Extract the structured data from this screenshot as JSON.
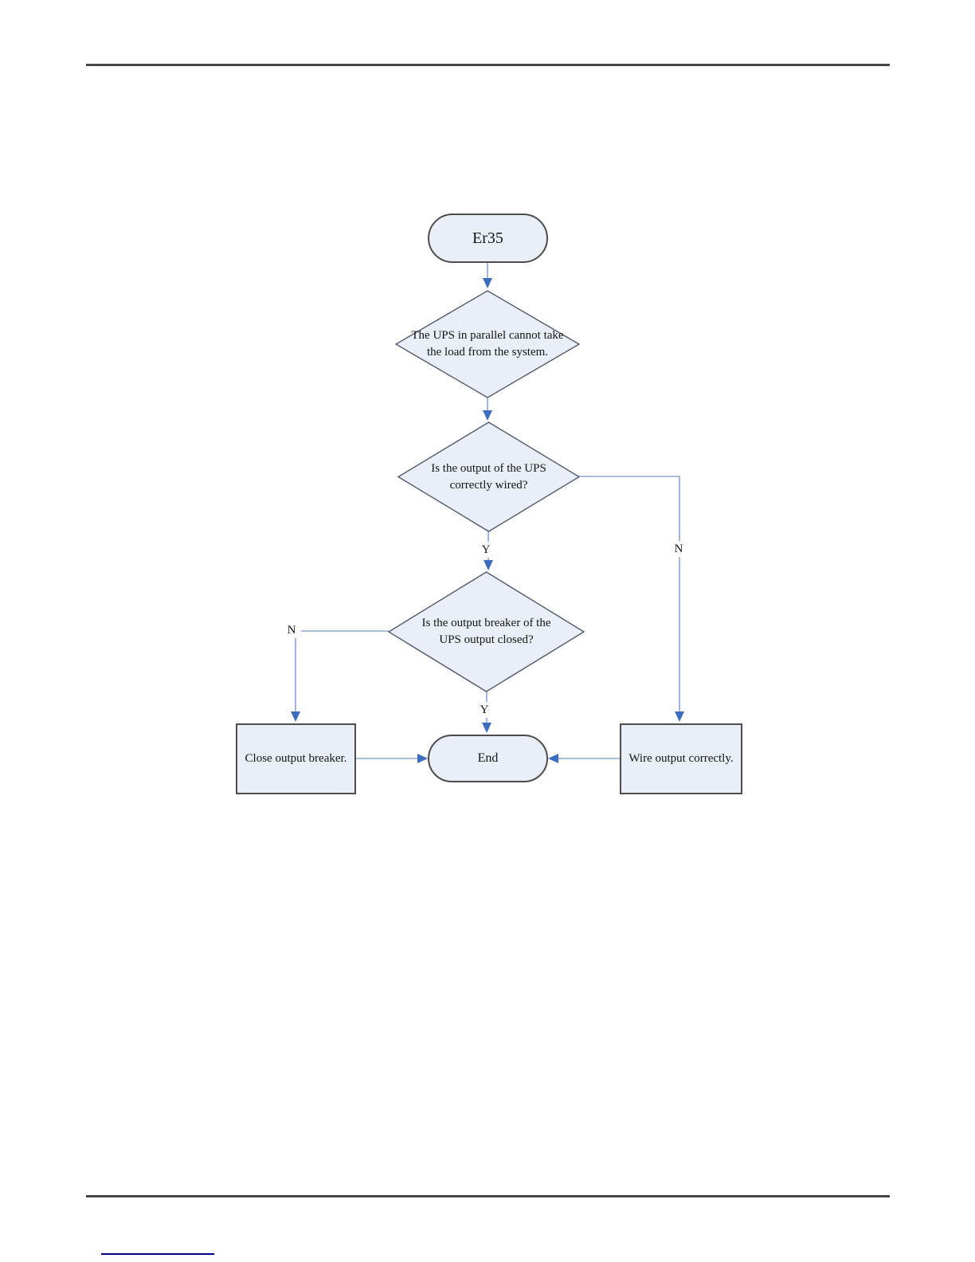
{
  "colors": {
    "shape_fill": "#e9eef7",
    "shape_border": "#4d4d4d",
    "diamond_border": "#535c6b",
    "connector_line": "#8ca6d5",
    "arrowhead": "#3d6dbd",
    "page_rule": "#474747",
    "footnote_rule": "#00008b"
  },
  "flowchart": {
    "start": {
      "label": "Er35"
    },
    "decision1": {
      "line1": "The UPS in parallel cannot take",
      "line2": "the load from the system."
    },
    "decision2": {
      "line1": "Is the output of the UPS",
      "line2": "correctly wired?"
    },
    "decision3": {
      "line1": "Is the output breaker of the",
      "line2": "UPS output closed?"
    },
    "process_left": {
      "label": "Close output breaker."
    },
    "process_right": {
      "label": "Wire output correctly."
    },
    "end": {
      "label": "End"
    },
    "edge_labels": {
      "decision2_yes": "Y",
      "decision2_no": "N",
      "decision3_yes": "Y",
      "decision3_no": "N"
    }
  }
}
